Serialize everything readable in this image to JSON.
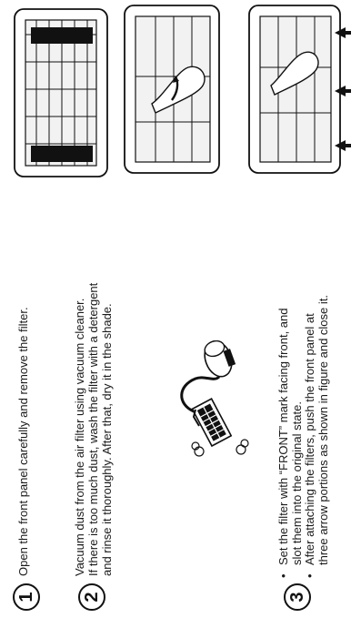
{
  "steps": [
    {
      "number": "1",
      "text": "Open the front panel carefully and remove the filter."
    },
    {
      "number": "2",
      "lines": [
        "Vacuum dust from the air filter using vacuum cleaner.",
        "If there is too much dust, wash the filter with a detergent",
        "and rinse it thoroughly. After that, dry it in the shade."
      ]
    },
    {
      "number": "3",
      "bullets": [
        "Set the filter with “FRONT” mark facing front, and slot them into the original state.",
        "After attaching the filters, push the front panel at three arrow portions as shown in figure and close it."
      ]
    }
  ],
  "figures": {
    "step1": "indoor-unit-filter-removed",
    "step2": "vacuum-cleaner-filter",
    "step3a": "panel-open-hand-filter",
    "step3b": "panel-push-three-arrows"
  }
}
